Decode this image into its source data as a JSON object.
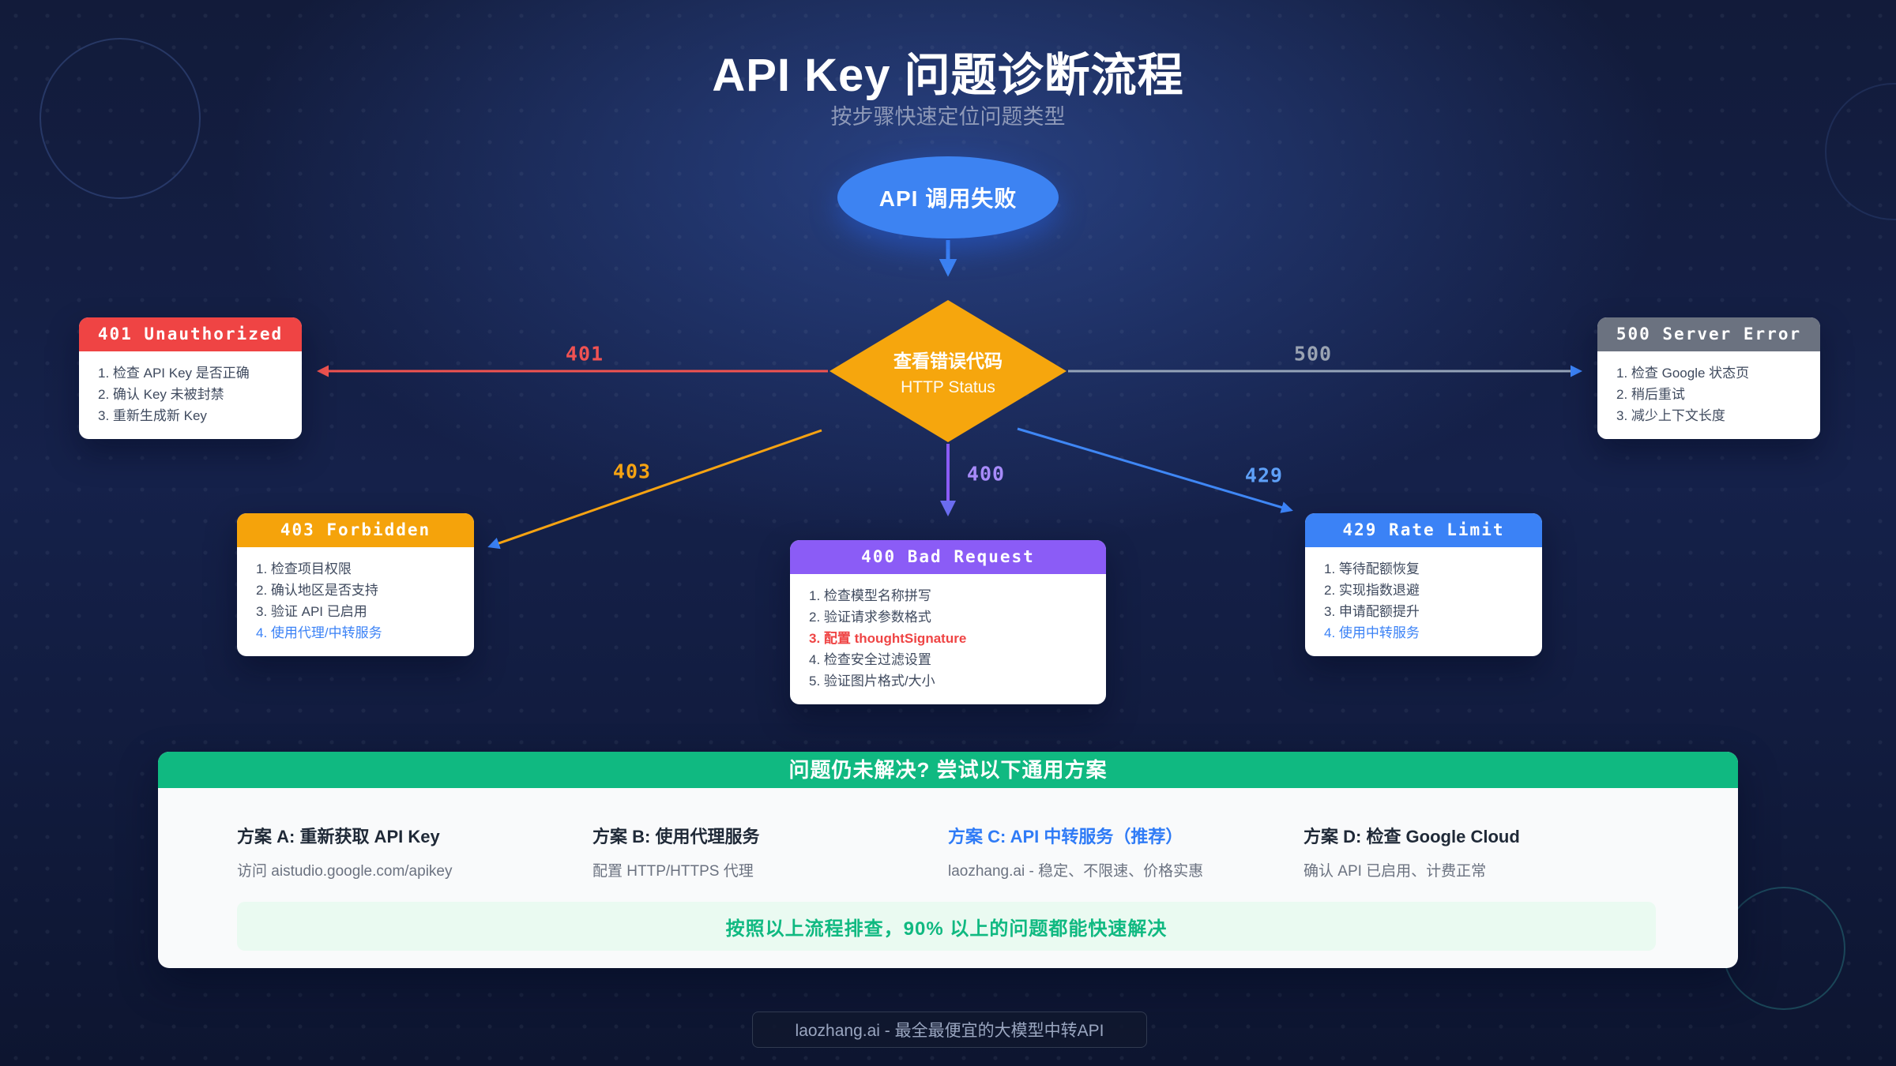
{
  "palette": {
    "background_navy": "#0d142b",
    "accent_blue": "#3b82f6",
    "orange": "#f59e0b",
    "red": "#ef4444",
    "gray": "#6b7280",
    "purple": "#8b5cf6",
    "green": "#10b981",
    "link_blue": "#3b82f6",
    "label_401": "#f05252",
    "label_500": "#9aa3b2",
    "label_403": "#f6a312",
    "label_400": "#a78bfa",
    "label_429": "#5ea0f8"
  },
  "header": {
    "title": "API Key 问题诊断流程",
    "subtitle": "按步骤快速定位问题类型"
  },
  "flow": {
    "start": "API 调用失败",
    "decision": {
      "line1": "查看错误代码",
      "line2": "HTTP Status"
    },
    "branches": {
      "b401": {
        "label": "401"
      },
      "b500": {
        "label": "500"
      },
      "b403": {
        "label": "403"
      },
      "b400": {
        "label": "400"
      },
      "b429": {
        "label": "429"
      }
    }
  },
  "cards": {
    "c401": {
      "header": "401 Unauthorized",
      "items": [
        {
          "text": "1. 检查 API Key 是否正确"
        },
        {
          "text": "2. 确认 Key 未被封禁"
        },
        {
          "text": "3. 重新生成新 Key"
        }
      ]
    },
    "c500": {
      "header": "500 Server Error",
      "items": [
        {
          "text": "1. 检查 Google 状态页"
        },
        {
          "text": "2. 稍后重试"
        },
        {
          "text": "3. 减少上下文长度"
        }
      ]
    },
    "c403": {
      "header": "403 Forbidden",
      "items": [
        {
          "text": "1. 检查项目权限"
        },
        {
          "text": "2. 确认地区是否支持"
        },
        {
          "text": "3. 验证 API 已启用"
        },
        {
          "text": "4. 使用代理/中转服务",
          "color": "#3b82f6",
          "link": true
        }
      ]
    },
    "c400": {
      "header": "400 Bad Request",
      "items": [
        {
          "text": "1. 检查模型名称拼写"
        },
        {
          "text": "2. 验证请求参数格式"
        },
        {
          "text": "3. 配置 thoughtSignature",
          "color": "#ef4444",
          "bold": true
        },
        {
          "text": "4. 检查安全过滤设置"
        },
        {
          "text": "5. 验证图片格式/大小"
        }
      ]
    },
    "c429": {
      "header": "429 Rate Limit",
      "items": [
        {
          "text": "1. 等待配额恢复"
        },
        {
          "text": "2. 实现指数退避"
        },
        {
          "text": "3. 申请配额提升"
        },
        {
          "text": "4. 使用中转服务",
          "color": "#3b82f6",
          "link": true
        }
      ]
    }
  },
  "solutions": {
    "header": "问题仍未解决? 尝试以下通用方案",
    "columns": [
      {
        "title": "方案 A: 重新获取 API Key",
        "desc": "访问 aistudio.google.com/apikey"
      },
      {
        "title": "方案 B: 使用代理服务",
        "desc": "配置 HTTP/HTTPS 代理"
      },
      {
        "title": "方案 C: API 中转服务（推荐）",
        "desc": "laozhang.ai - 稳定、不限速、价格实惠",
        "color": "#2f7bf6",
        "recommended": true
      },
      {
        "title": "方案 D: 检查 Google Cloud",
        "desc": "确认 API 已启用、计费正常"
      }
    ],
    "note": "按照以上流程排查，90% 以上的问题都能快速解决"
  },
  "footer": {
    "text": "laozhang.ai - 最全最便宜的大模型中转API"
  }
}
